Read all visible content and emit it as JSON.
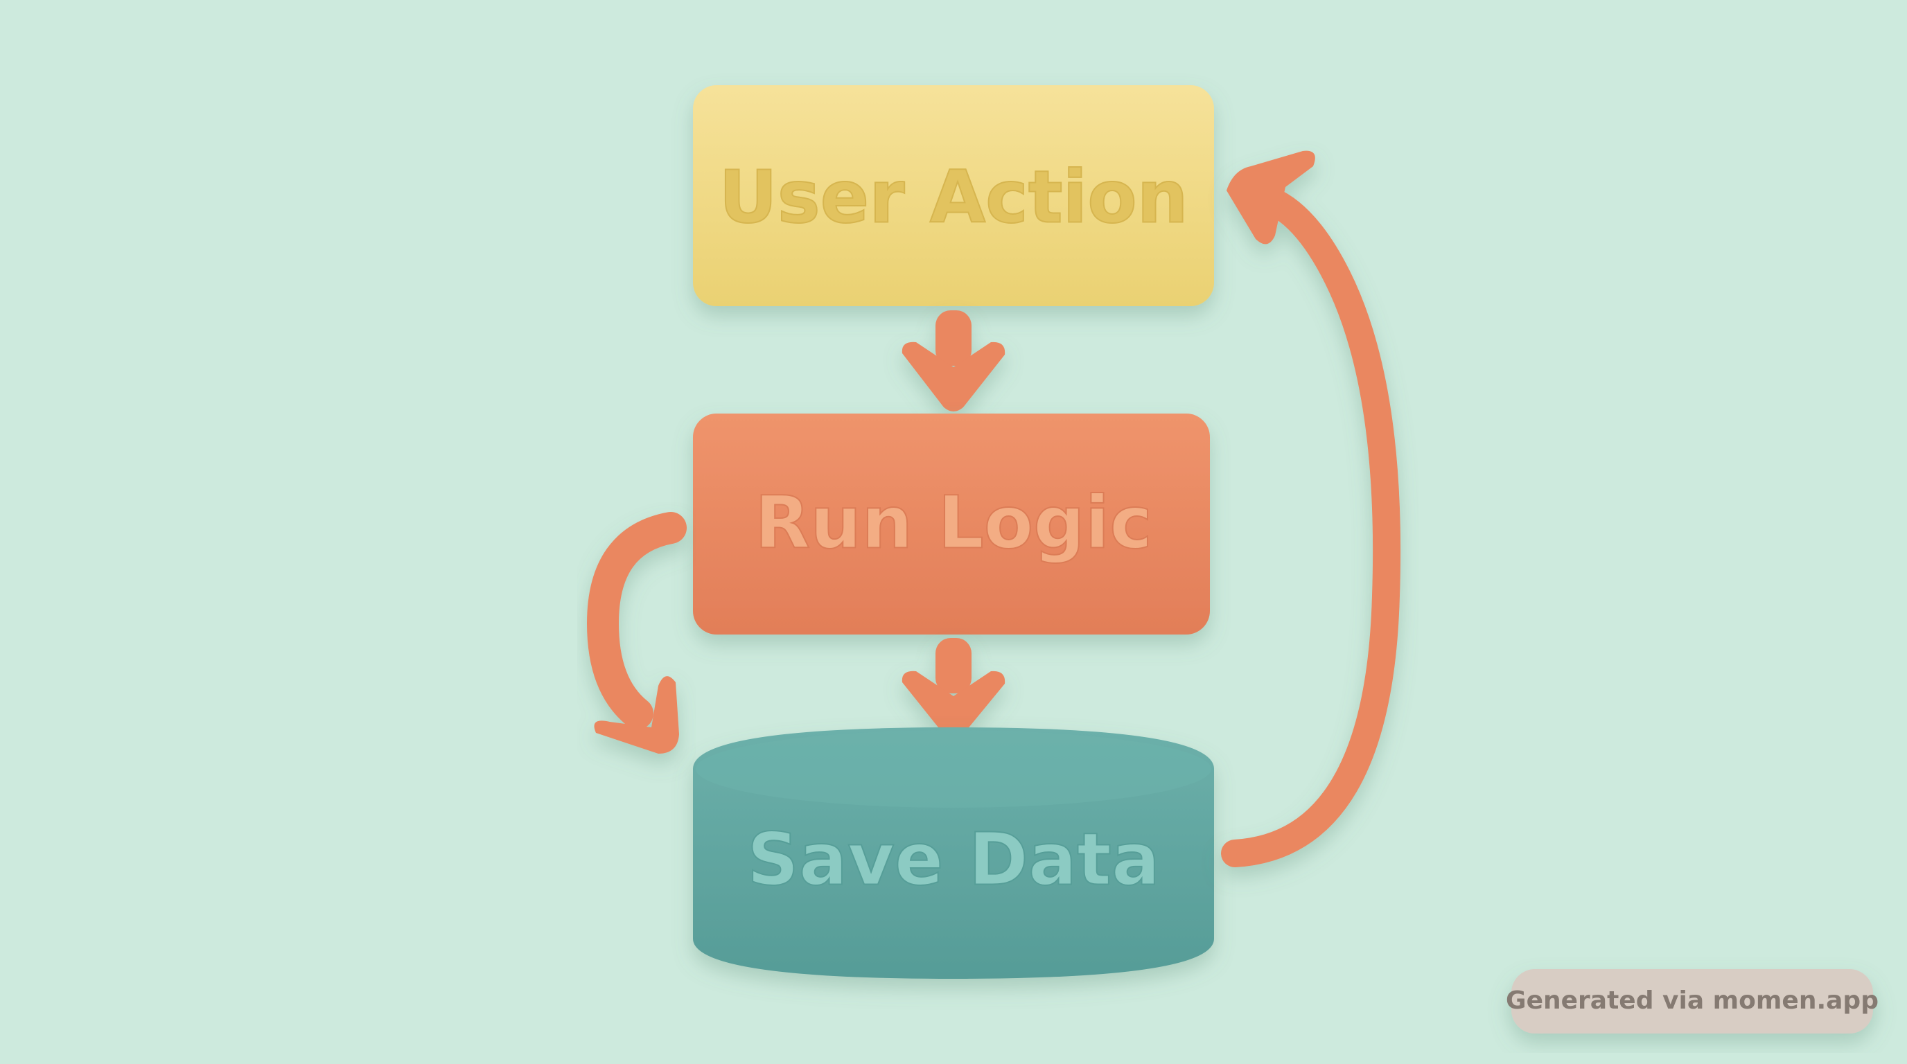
{
  "diagram": {
    "nodes": [
      {
        "id": "user-action",
        "label": "User Action",
        "color": "#f2dc84",
        "text_color": "#e4c564"
      },
      {
        "id": "run-logic",
        "label": "Run Logic",
        "color": "#ec8a62",
        "text_color": "#f3ae84"
      },
      {
        "id": "save-data",
        "label": "Save Data",
        "color": "#62a7a2",
        "text_color": "#8ccbc3"
      }
    ],
    "edges": [
      {
        "from": "user-action",
        "to": "run-logic"
      },
      {
        "from": "run-logic",
        "to": "save-data"
      },
      {
        "from": "run-logic",
        "to": "save-data",
        "style": "curved-left"
      },
      {
        "from": "save-data",
        "to": "user-action",
        "style": "loop-right"
      }
    ],
    "arrow_color": "#ea8760",
    "background": "#cdeadd"
  },
  "watermark": {
    "text": "Generated via momen.app"
  }
}
